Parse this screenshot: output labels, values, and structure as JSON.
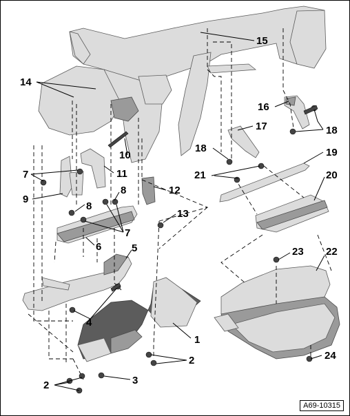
{
  "diagram": {
    "figure_ref": "A69-10315",
    "callouts": [
      {
        "id": "c15",
        "text": "15"
      },
      {
        "id": "c14",
        "text": "14"
      },
      {
        "id": "c16",
        "text": "16"
      },
      {
        "id": "c17",
        "text": "17"
      },
      {
        "id": "c18a",
        "text": "18"
      },
      {
        "id": "c18b",
        "text": "18"
      },
      {
        "id": "c10",
        "text": "10"
      },
      {
        "id": "c19",
        "text": "19"
      },
      {
        "id": "c7a",
        "text": "7"
      },
      {
        "id": "c11",
        "text": "11"
      },
      {
        "id": "c21",
        "text": "21"
      },
      {
        "id": "c20",
        "text": "20"
      },
      {
        "id": "c9",
        "text": "9"
      },
      {
        "id": "c12",
        "text": "12"
      },
      {
        "id": "c8a",
        "text": "8"
      },
      {
        "id": "c8b",
        "text": "8"
      },
      {
        "id": "c13",
        "text": "13"
      },
      {
        "id": "c7b",
        "text": "7"
      },
      {
        "id": "c6",
        "text": "6"
      },
      {
        "id": "c5",
        "text": "5"
      },
      {
        "id": "c23",
        "text": "23"
      },
      {
        "id": "c22",
        "text": "22"
      },
      {
        "id": "c4",
        "text": "4"
      },
      {
        "id": "c1",
        "text": "1"
      },
      {
        "id": "c2a",
        "text": "2"
      },
      {
        "id": "c24",
        "text": "24"
      },
      {
        "id": "c2b",
        "text": "2"
      },
      {
        "id": "c3",
        "text": "3"
      }
    ]
  }
}
